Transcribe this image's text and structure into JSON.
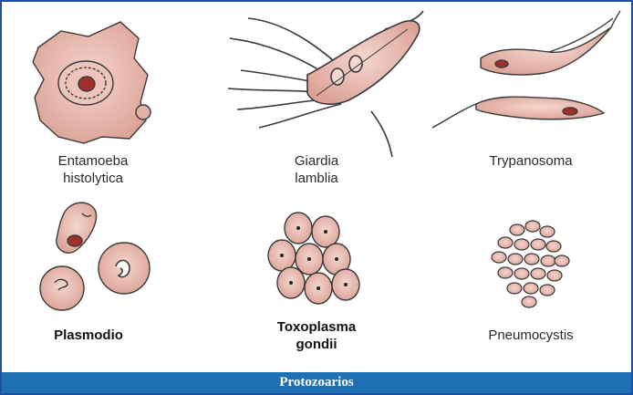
{
  "organisms": [
    {
      "id": "entamoeba",
      "label": "Entamoeba\nhistolytica",
      "bold": false
    },
    {
      "id": "giardia",
      "label": "Giardia\nlamblia",
      "bold": false
    },
    {
      "id": "trypanosoma",
      "label": "Trypanosoma",
      "bold": false
    },
    {
      "id": "plasmodio",
      "label": "Plasmodio",
      "bold": true
    },
    {
      "id": "toxoplasma",
      "label": "Toxoplasma\ngondii",
      "bold": true
    },
    {
      "id": "pneumocystis",
      "label": "Pneumocystis",
      "bold": false
    }
  ],
  "caption": "Protozoarios",
  "colors": {
    "frame": "#1e4fa0",
    "caption_bar": "#1e6fb3",
    "cell_fill": "#e8b7ad",
    "nucleus": "#a0302a",
    "outline": "#3a3a3a"
  }
}
